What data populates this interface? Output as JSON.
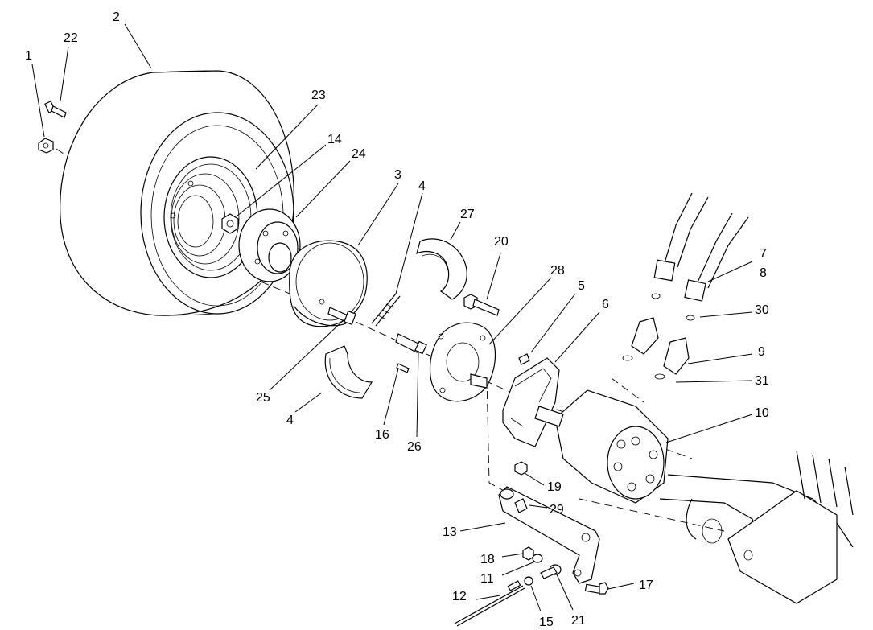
{
  "callouts": [
    "1",
    "2",
    "3",
    "4",
    "4",
    "5",
    "6",
    "7",
    "8",
    "9",
    "10",
    "11",
    "12",
    "13",
    "14",
    "15",
    "16",
    "17",
    "18",
    "19",
    "20",
    "21",
    "22",
    "23",
    "24",
    "25",
    "26",
    "27",
    "28",
    "29",
    "30",
    "31"
  ]
}
